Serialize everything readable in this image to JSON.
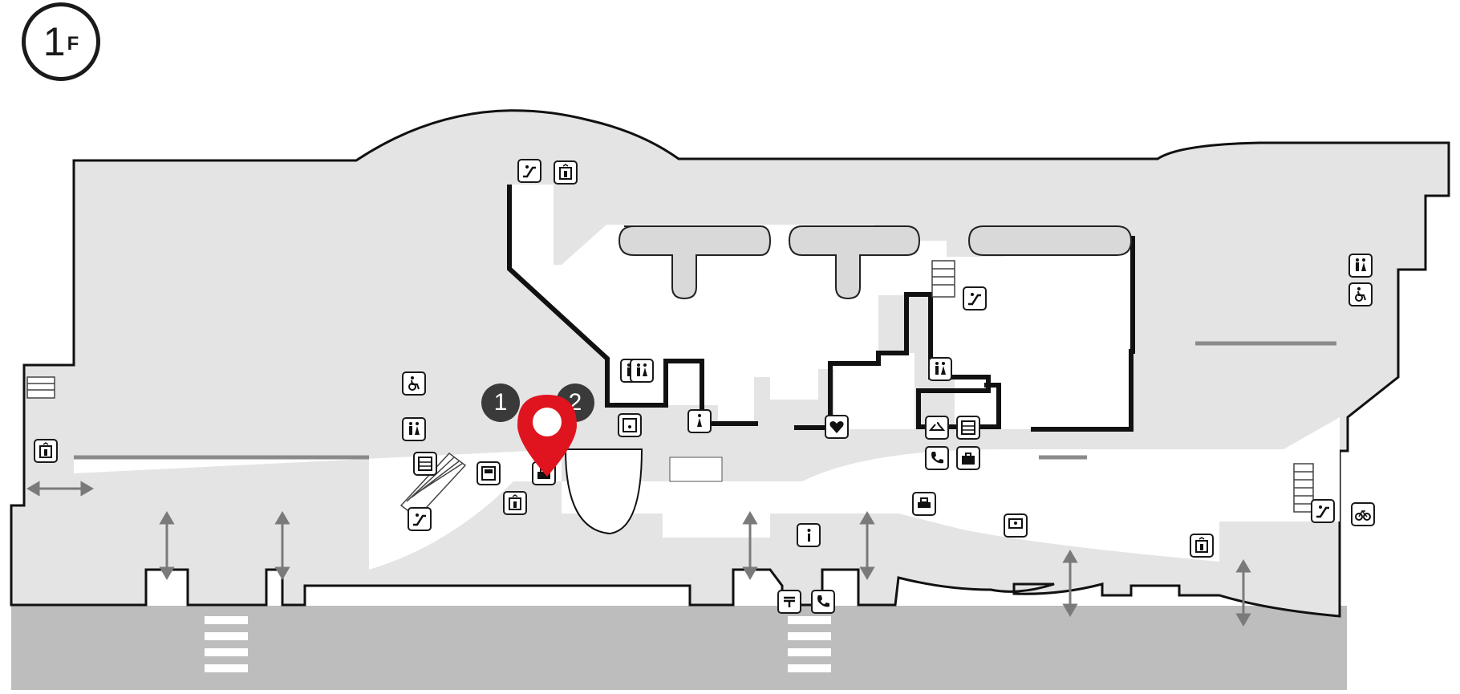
{
  "floor": {
    "number": "1",
    "letter": "F"
  },
  "markers": [
    "1",
    "2"
  ],
  "colors": {
    "accent": "#e0141e",
    "floor": "#e6e6e6",
    "road": "#bdbdbd",
    "wall": "#111111"
  },
  "icons": [
    "escalator-icon",
    "elevator-icon",
    "restroom-icon",
    "accessible-restroom-icon",
    "locker-icon",
    "atm-icon",
    "lost-and-found-icon",
    "aed-icon",
    "cloakroom-icon",
    "payphone-icon",
    "baggage-icon",
    "information-icon",
    "mailbox-icon",
    "bicycle-parking-icon",
    "taxi-icon",
    "current-location-pin-icon"
  ]
}
